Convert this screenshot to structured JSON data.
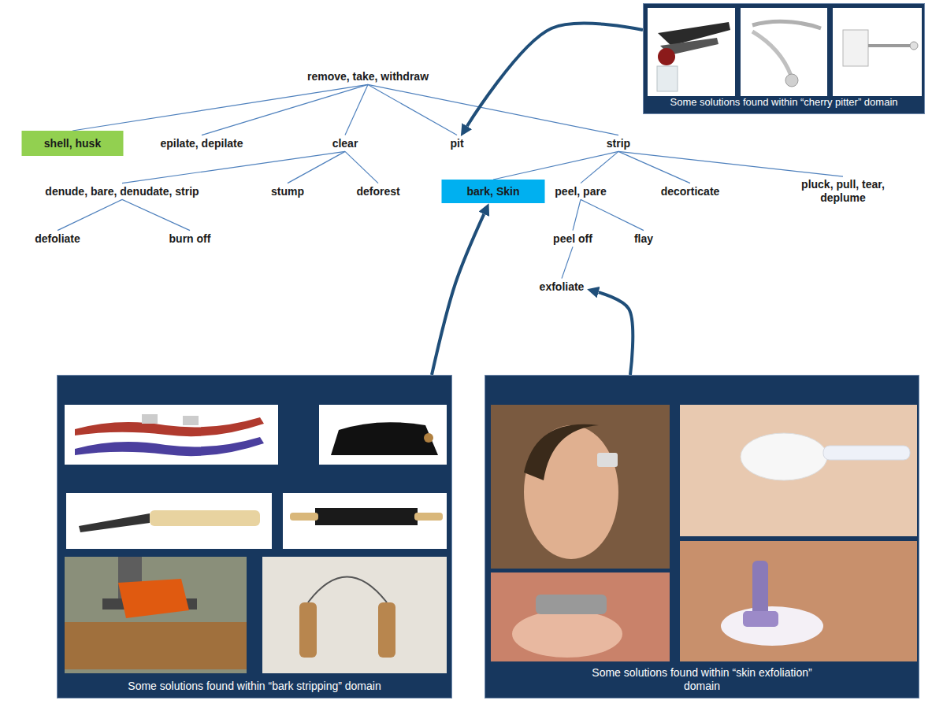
{
  "diagram": {
    "nodes": [
      {
        "text": [
          "remove, take, withdraw"
        ]
      },
      {
        "text": [
          "shell, husk"
        ]
      },
      {
        "text": [
          "epilate, depilate"
        ]
      },
      {
        "text": [
          "clear"
        ]
      },
      {
        "text": [
          "pit"
        ]
      },
      {
        "text": [
          "strip"
        ]
      },
      {
        "text": [
          "denude, bare, denudate, strip"
        ]
      },
      {
        "text": [
          "stump"
        ]
      },
      {
        "text": [
          "deforest"
        ]
      },
      {
        "text": [
          "bark, Skin"
        ]
      },
      {
        "text": [
          "peel, pare"
        ]
      },
      {
        "text": [
          "decorticate"
        ]
      },
      {
        "text": [
          "pluck, pull, tear, deplume"
        ]
      },
      {
        "text": [
          "defoliate"
        ]
      },
      {
        "text": [
          "burn off"
        ]
      },
      {
        "text": [
          "peel off"
        ]
      },
      {
        "text": [
          "flay"
        ]
      },
      {
        "text": [
          "exfoliate"
        ]
      },
      {
        "text": [
          "Some solutions found within “cherry pitter” domain"
        ]
      },
      {
        "text": [
          "Some solutions found within “bark stripping” domain"
        ]
      },
      {
        "text": [
          "Some solutions found within “skin exfoliation” domain"
        ]
      }
    ],
    "edges": [
      {
        "from": 0,
        "to": 1,
        "arrow": "none"
      },
      {
        "from": 0,
        "to": 2,
        "arrow": "none"
      },
      {
        "from": 0,
        "to": 3,
        "arrow": "none"
      },
      {
        "from": 0,
        "to": 4,
        "arrow": "none"
      },
      {
        "from": 0,
        "to": 5,
        "arrow": "none"
      },
      {
        "from": 3,
        "to": 6,
        "arrow": "none"
      },
      {
        "from": 3,
        "to": 7,
        "arrow": "none"
      },
      {
        "from": 3,
        "to": 8,
        "arrow": "none"
      },
      {
        "from": 5,
        "to": 9,
        "arrow": "none"
      },
      {
        "from": 5,
        "to": 10,
        "arrow": "none"
      },
      {
        "from": 5,
        "to": 11,
        "arrow": "none"
      },
      {
        "from": 5,
        "to": 12,
        "arrow": "none"
      },
      {
        "from": 6,
        "to": 13,
        "arrow": "none"
      },
      {
        "from": 6,
        "to": 14,
        "arrow": "none"
      },
      {
        "from": 10,
        "to": 15,
        "arrow": "none"
      },
      {
        "from": 10,
        "to": 16,
        "arrow": "none"
      },
      {
        "from": 15,
        "to": 17,
        "arrow": "none"
      },
      {
        "from": 18,
        "to": 4,
        "arrow": "to"
      },
      {
        "from": 19,
        "to": 9,
        "arrow": "to"
      },
      {
        "from": 20,
        "to": 17,
        "arrow": "to"
      }
    ]
  }
}
